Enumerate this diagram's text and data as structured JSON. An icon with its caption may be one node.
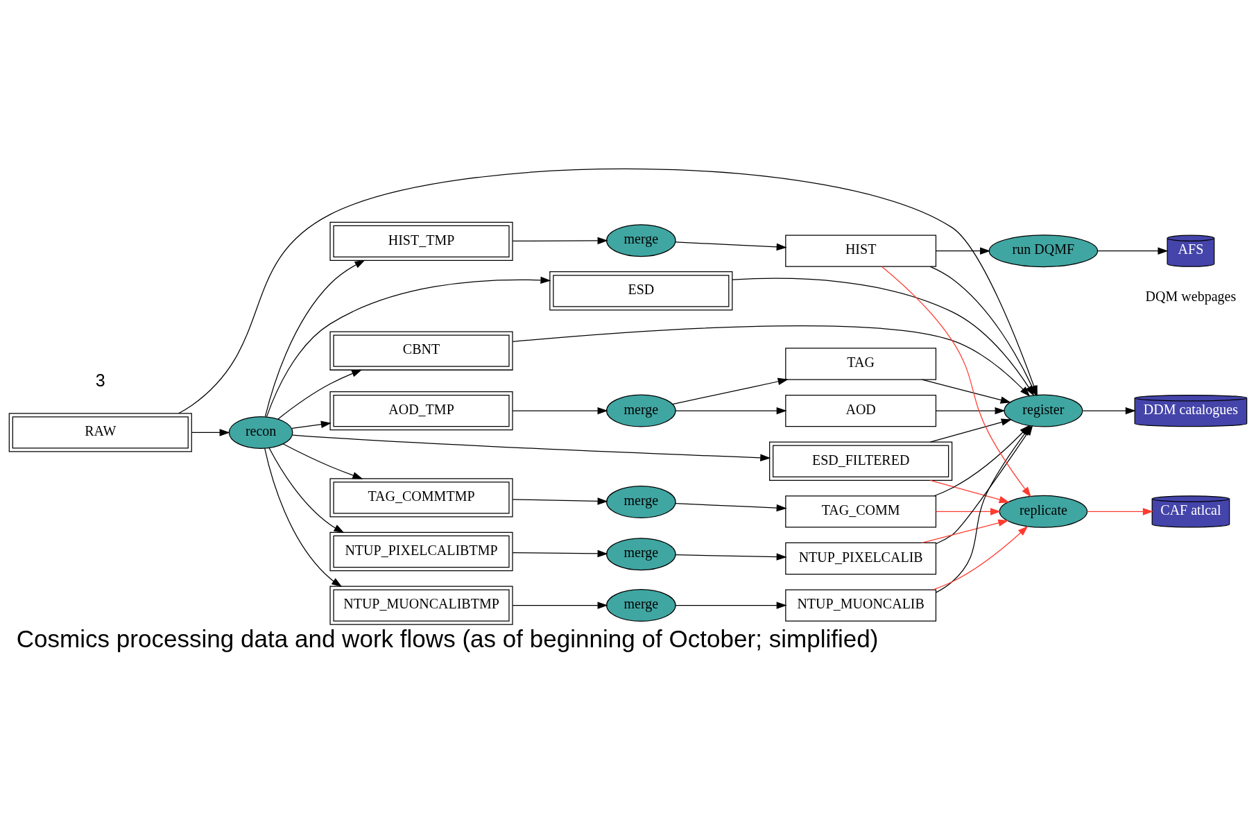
{
  "diagram": {
    "title": "Cosmics processing data and work flows (as of beginning of October; simplified)",
    "nodes": [
      {
        "text": [
          "RAW"
        ]
      },
      {
        "text": [
          "recon"
        ]
      },
      {
        "text": [
          "ESD"
        ]
      },
      {
        "text": [
          "CBNT"
        ]
      },
      {
        "text": [
          "ESD_FILTERED"
        ]
      },
      {
        "text": [
          "TAG_COMMTMP"
        ]
      },
      {
        "text": [
          "merge"
        ]
      },
      {
        "text": [
          "TAG_COMM"
        ]
      },
      {
        "text": [
          "AOD_TMP"
        ]
      },
      {
        "text": [
          "merge"
        ]
      },
      {
        "text": [
          "AOD"
        ]
      },
      {
        "text": [
          "TAG"
        ]
      },
      {
        "text": [
          "NTUP_PIXELCALIBTMP"
        ]
      },
      {
        "text": [
          "merge"
        ]
      },
      {
        "text": [
          "NTUP_PIXELCALIB"
        ]
      },
      {
        "text": [
          "NTUP_MUONCALIBTMP"
        ]
      },
      {
        "text": [
          "merge"
        ]
      },
      {
        "text": [
          "NTUP_MUONCALIB"
        ]
      },
      {
        "text": [
          "HIST_TMP"
        ]
      },
      {
        "text": [
          "merge"
        ]
      },
      {
        "text": [
          "HIST"
        ]
      },
      {
        "text": [
          "register"
        ]
      },
      {
        "text": [
          "DDM catalogues"
        ]
      },
      {
        "text": [
          "replicate"
        ]
      },
      {
        "text": [
          "CAF atlcal"
        ]
      },
      {
        "text": [
          "run DQMF"
        ]
      },
      {
        "text": [
          "AFS"
        ],
        "beside": [
          "DQM webpages"
        ]
      }
    ],
    "edges": [
      {
        "from": 0,
        "to": 1,
        "arrow": "to"
      },
      {
        "from": 0,
        "to": 21,
        "arrow": "to"
      },
      {
        "from": 1,
        "to": 2,
        "arrow": "to"
      },
      {
        "from": 1,
        "to": 3,
        "arrow": "to"
      },
      {
        "from": 1,
        "to": 4,
        "arrow": "to"
      },
      {
        "from": 1,
        "to": 5,
        "arrow": "to"
      },
      {
        "from": 1,
        "to": 8,
        "arrow": "to"
      },
      {
        "from": 1,
        "to": 12,
        "arrow": "to"
      },
      {
        "from": 1,
        "to": 15,
        "arrow": "to"
      },
      {
        "from": 1,
        "to": 18,
        "arrow": "to"
      },
      {
        "from": 5,
        "to": 6,
        "arrow": "to"
      },
      {
        "from": 6,
        "to": 7,
        "arrow": "to"
      },
      {
        "from": 8,
        "to": 9,
        "arrow": "to"
      },
      {
        "from": 9,
        "to": 10,
        "arrow": "to"
      },
      {
        "from": 9,
        "to": 11,
        "arrow": "to"
      },
      {
        "from": 12,
        "to": 13,
        "arrow": "to"
      },
      {
        "from": 13,
        "to": 14,
        "arrow": "to"
      },
      {
        "from": 15,
        "to": 16,
        "arrow": "to"
      },
      {
        "from": 16,
        "to": 17,
        "arrow": "to"
      },
      {
        "from": 18,
        "to": 19,
        "arrow": "to"
      },
      {
        "from": 19,
        "to": 20,
        "arrow": "to"
      },
      {
        "from": 2,
        "to": 21,
        "arrow": "to"
      },
      {
        "from": 3,
        "to": 21,
        "arrow": "to"
      },
      {
        "from": 4,
        "to": 21,
        "arrow": "to"
      },
      {
        "from": 7,
        "to": 21,
        "arrow": "to"
      },
      {
        "from": 10,
        "to": 21,
        "arrow": "to"
      },
      {
        "from": 11,
        "to": 21,
        "arrow": "to"
      },
      {
        "from": 14,
        "to": 21,
        "arrow": "to"
      },
      {
        "from": 17,
        "to": 21,
        "arrow": "to"
      },
      {
        "from": 20,
        "to": 21,
        "arrow": "to"
      },
      {
        "from": 4,
        "to": 23,
        "arrow": "to",
        "color": "#ff3b2f"
      },
      {
        "from": 7,
        "to": 23,
        "arrow": "to",
        "color": "#ff3b2f"
      },
      {
        "from": 14,
        "to": 23,
        "arrow": "to",
        "color": "#ff3b2f"
      },
      {
        "from": 17,
        "to": 23,
        "arrow": "to",
        "color": "#ff3b2f"
      },
      {
        "from": 20,
        "to": 23,
        "arrow": "to",
        "color": "#ff3b2f"
      },
      {
        "from": 21,
        "to": 22,
        "arrow": "to"
      },
      {
        "from": 23,
        "to": 24,
        "arrow": "to",
        "color": "#ff3b2f"
      },
      {
        "from": 20,
        "to": 25,
        "arrow": "to"
      },
      {
        "from": 25,
        "to": 26,
        "arrow": "to"
      }
    ],
    "labels": [
      "3"
    ]
  }
}
